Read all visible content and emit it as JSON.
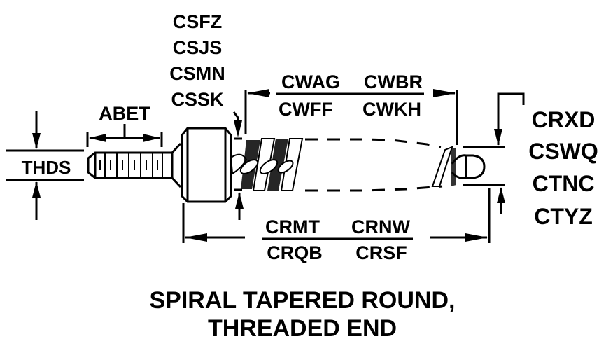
{
  "diagram": {
    "title_line1": "SPIRAL TAPERED ROUND,",
    "title_line2": "THREADED END",
    "thread_diameter_label": "THDS",
    "thread_length_label": "ABET",
    "top_left_labels": [
      "CSFZ",
      "CSJS",
      "CSMN",
      "CSSK"
    ],
    "spiral_length": {
      "top_left": "CWAG",
      "top_right": "CWBR",
      "bottom_left": "CWFF",
      "bottom_right": "CWKH"
    },
    "overall_length": {
      "top_left": "CRMT",
      "top_right": "CRNW",
      "bottom_left": "CRQB",
      "bottom_right": "CRSF"
    },
    "tip_diameter_labels": [
      "CRXD",
      "CSWQ",
      "CTNC",
      "CTYZ"
    ],
    "colors": {
      "ink": "#000000",
      "background": "#ffffff"
    }
  }
}
